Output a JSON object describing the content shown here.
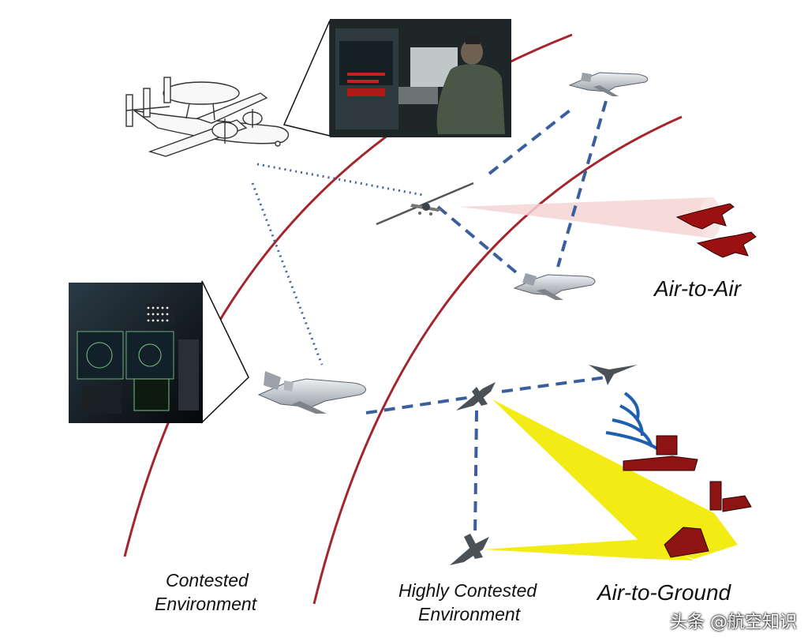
{
  "labels": {
    "air_to_air": "Air-to-Air",
    "air_to_ground": "Air-to-Ground",
    "contested_line1": "Contested",
    "contested_line2": "Environment",
    "highly_line1": "Highly Contested",
    "highly_line2": "Environment"
  },
  "watermark": "头条 @航空知识",
  "colors": {
    "boundary": "#a4262c",
    "link_dash": "#3a5f9e",
    "link_dot": "#3d66a3",
    "sensor_beam": "#f2ec14",
    "radar_beam": "#f6d6d6",
    "threat": "#9b1010"
  },
  "icons": {
    "awacs": "e2d-hawkeye-aircraft-icon",
    "uav": "uav-icon",
    "fighter": "f35-fighter-icon",
    "enemy_fighter": "enemy-fighter-icon",
    "ground_threat": "sam-site-icon"
  }
}
